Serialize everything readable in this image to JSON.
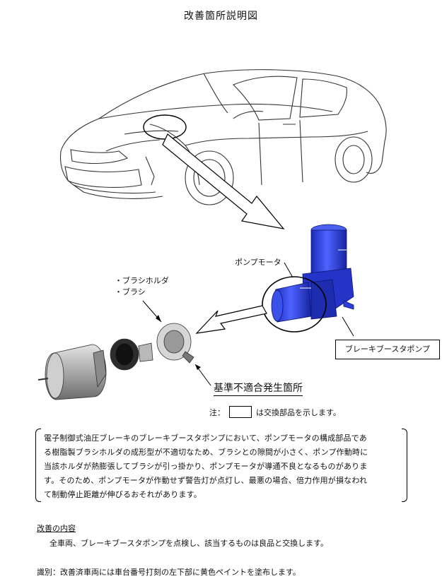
{
  "title": "改善箇所説明図",
  "labels": {
    "pump_motor": "ポンプモータ",
    "brush_holder": "・ブラシホルダ",
    "brush": "・ブラシ",
    "brake_booster_pump": "ブレーキブースタポンプ",
    "defect_location": "基準不適合発生箇所"
  },
  "note": {
    "prefix": "注：",
    "suffix": "は交換部品を示します。"
  },
  "description": "電子制御式油圧ブレーキのブレーキブースタポンプにおいて、ポンプモータの構成部品であ\nる樹脂製ブラシホルダの成形型が不適切なため、ブラシとの隙間が小さく、ポンプ作動時に\n当該ホルダが熱膨張してブラシが引っ掛かり、ポンプモータが導通不良となるものがありま\nす。そのため、ポンプモータが作動せず警告灯が点灯し、最悪の場合、倍力作用が損なわれ\nて制動停止距離が伸びるおそれがあります。",
  "improvement": {
    "heading": "改善の内容",
    "body": "全車両、ブレーキブースタポンプを点検し、該当するものは良品と交換します。"
  },
  "identification": "識別：改善済車両には車台番号打刻の左下部に黄色ペイントを塗布します。",
  "colors": {
    "pump_blue": "#2b3fd8",
    "line": "#000000"
  }
}
